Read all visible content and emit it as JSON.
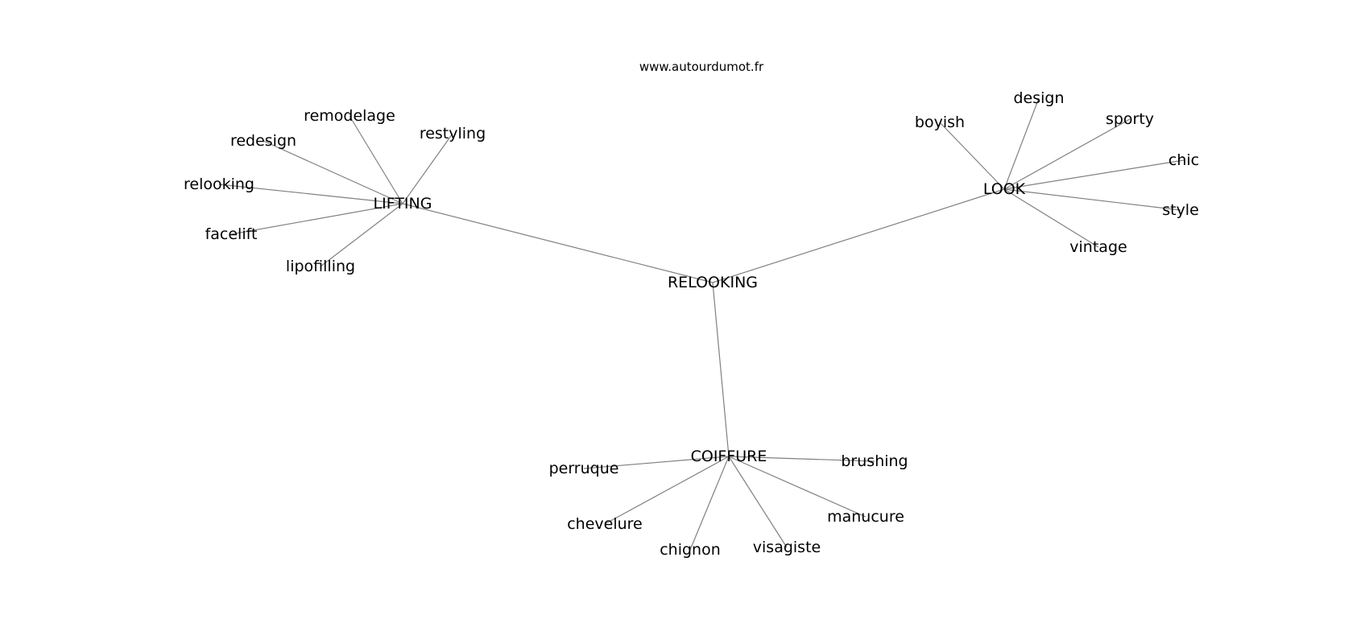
{
  "diagram": {
    "watermark": "www.autourdumot.fr",
    "center": "RELOOKING",
    "nodes": [
      {
        "id": "relooking_c",
        "label": "RELOOKING"
      },
      {
        "id": "lifting",
        "label": "LIFTING"
      },
      {
        "id": "look",
        "label": "LOOK"
      },
      {
        "id": "coiffure",
        "label": "COIFFURE"
      },
      {
        "id": "remodelage",
        "label": "remodelage"
      },
      {
        "id": "restyling",
        "label": "restyling"
      },
      {
        "id": "redesign",
        "label": "redesign"
      },
      {
        "id": "relooking",
        "label": "relooking"
      },
      {
        "id": "facelift",
        "label": "facelift"
      },
      {
        "id": "lipofilling",
        "label": "lipofilling"
      },
      {
        "id": "boyish",
        "label": "boyish"
      },
      {
        "id": "design",
        "label": "design"
      },
      {
        "id": "sporty",
        "label": "sporty"
      },
      {
        "id": "chic",
        "label": "chic"
      },
      {
        "id": "style",
        "label": "style"
      },
      {
        "id": "vintage",
        "label": "vintage"
      },
      {
        "id": "perruque",
        "label": "perruque"
      },
      {
        "id": "brushing",
        "label": "brushing"
      },
      {
        "id": "chevelure",
        "label": "chevelure"
      },
      {
        "id": "manucure",
        "label": "manucure"
      },
      {
        "id": "chignon",
        "label": "chignon"
      },
      {
        "id": "visagiste",
        "label": "visagiste"
      }
    ],
    "edges": [
      [
        "relooking_c",
        "lifting"
      ],
      [
        "relooking_c",
        "look"
      ],
      [
        "relooking_c",
        "coiffure"
      ],
      [
        "lifting",
        "remodelage"
      ],
      [
        "lifting",
        "restyling"
      ],
      [
        "lifting",
        "redesign"
      ],
      [
        "lifting",
        "relooking"
      ],
      [
        "lifting",
        "facelift"
      ],
      [
        "lifting",
        "lipofilling"
      ],
      [
        "look",
        "boyish"
      ],
      [
        "look",
        "design"
      ],
      [
        "look",
        "sporty"
      ],
      [
        "look",
        "chic"
      ],
      [
        "look",
        "style"
      ],
      [
        "look",
        "vintage"
      ],
      [
        "coiffure",
        "perruque"
      ],
      [
        "coiffure",
        "brushing"
      ],
      [
        "coiffure",
        "chevelure"
      ],
      [
        "coiffure",
        "manucure"
      ],
      [
        "coiffure",
        "chignon"
      ],
      [
        "coiffure",
        "visagiste"
      ]
    ]
  }
}
